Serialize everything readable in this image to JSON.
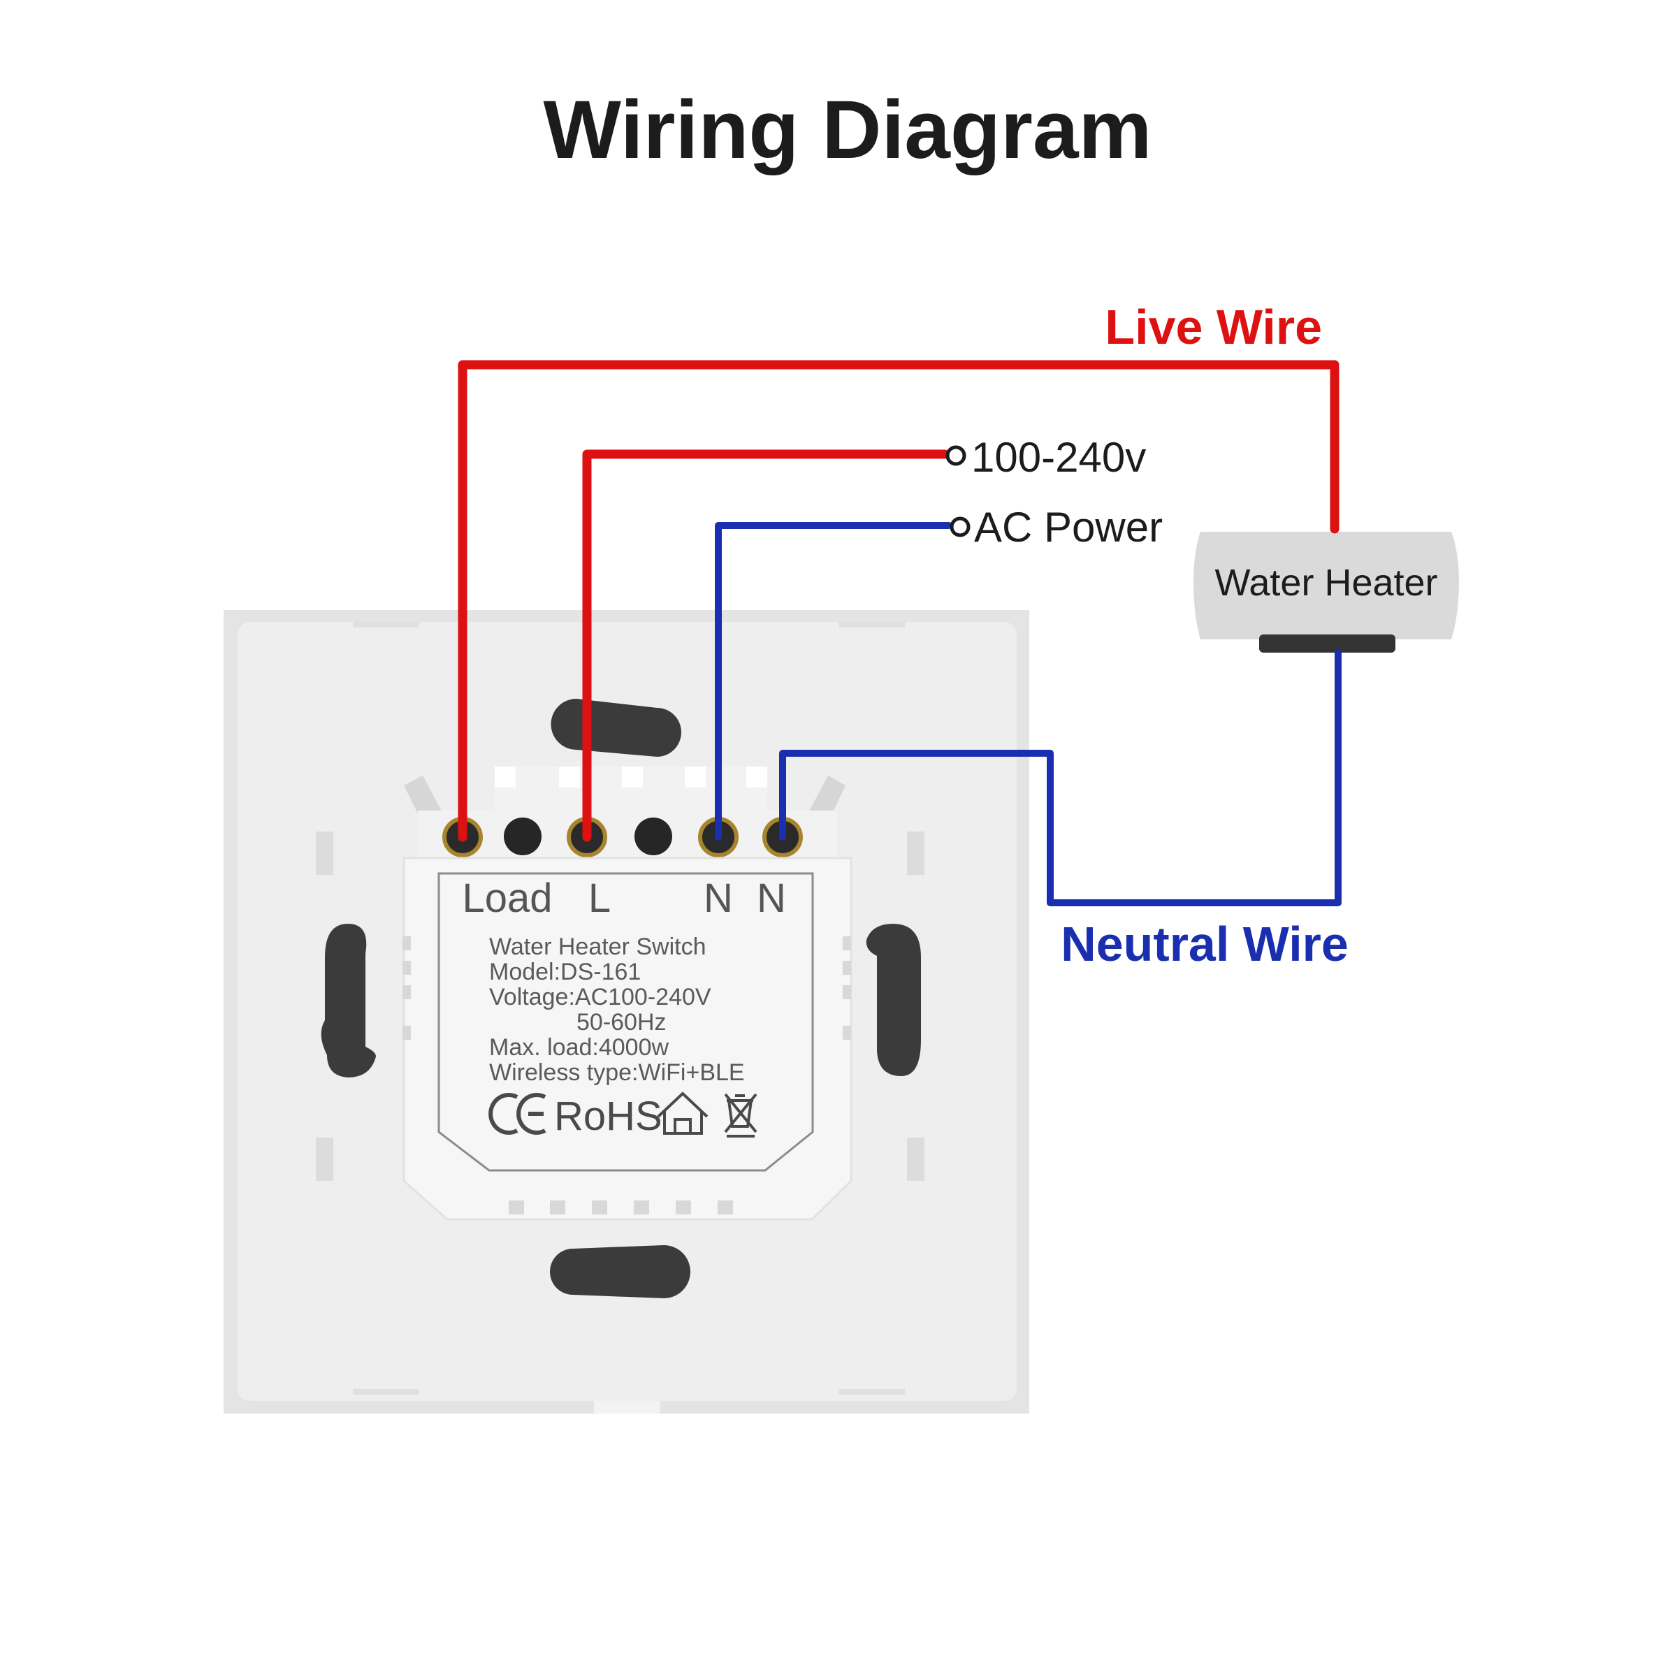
{
  "title": "Wiring Diagram",
  "labels": {
    "live_wire": "Live Wire",
    "neutral_wire": "Neutral Wire",
    "supply_voltage": "100-240v",
    "supply_type": "AC Power",
    "water_heater": "Water Heater"
  },
  "terminals": {
    "load": "Load",
    "l": "L",
    "n1": "N",
    "n2": "N"
  },
  "device_label": {
    "lines": [
      "Water Heater Switch",
      "Model:DS-161",
      "Voltage:AC100-240V",
      "50-60Hz",
      "Max. load:4000w",
      "Wireless type:WiFi+BLE"
    ],
    "certification": "RoHS"
  },
  "colors": {
    "live": "#dd1111",
    "neutral": "#1a2fb0",
    "title": "#1c1c1c",
    "plate": "#eeeeee",
    "module": "#f6f6f6"
  },
  "icons": [
    "ce-mark-icon",
    "home-icon",
    "weee-bin-icon"
  ]
}
